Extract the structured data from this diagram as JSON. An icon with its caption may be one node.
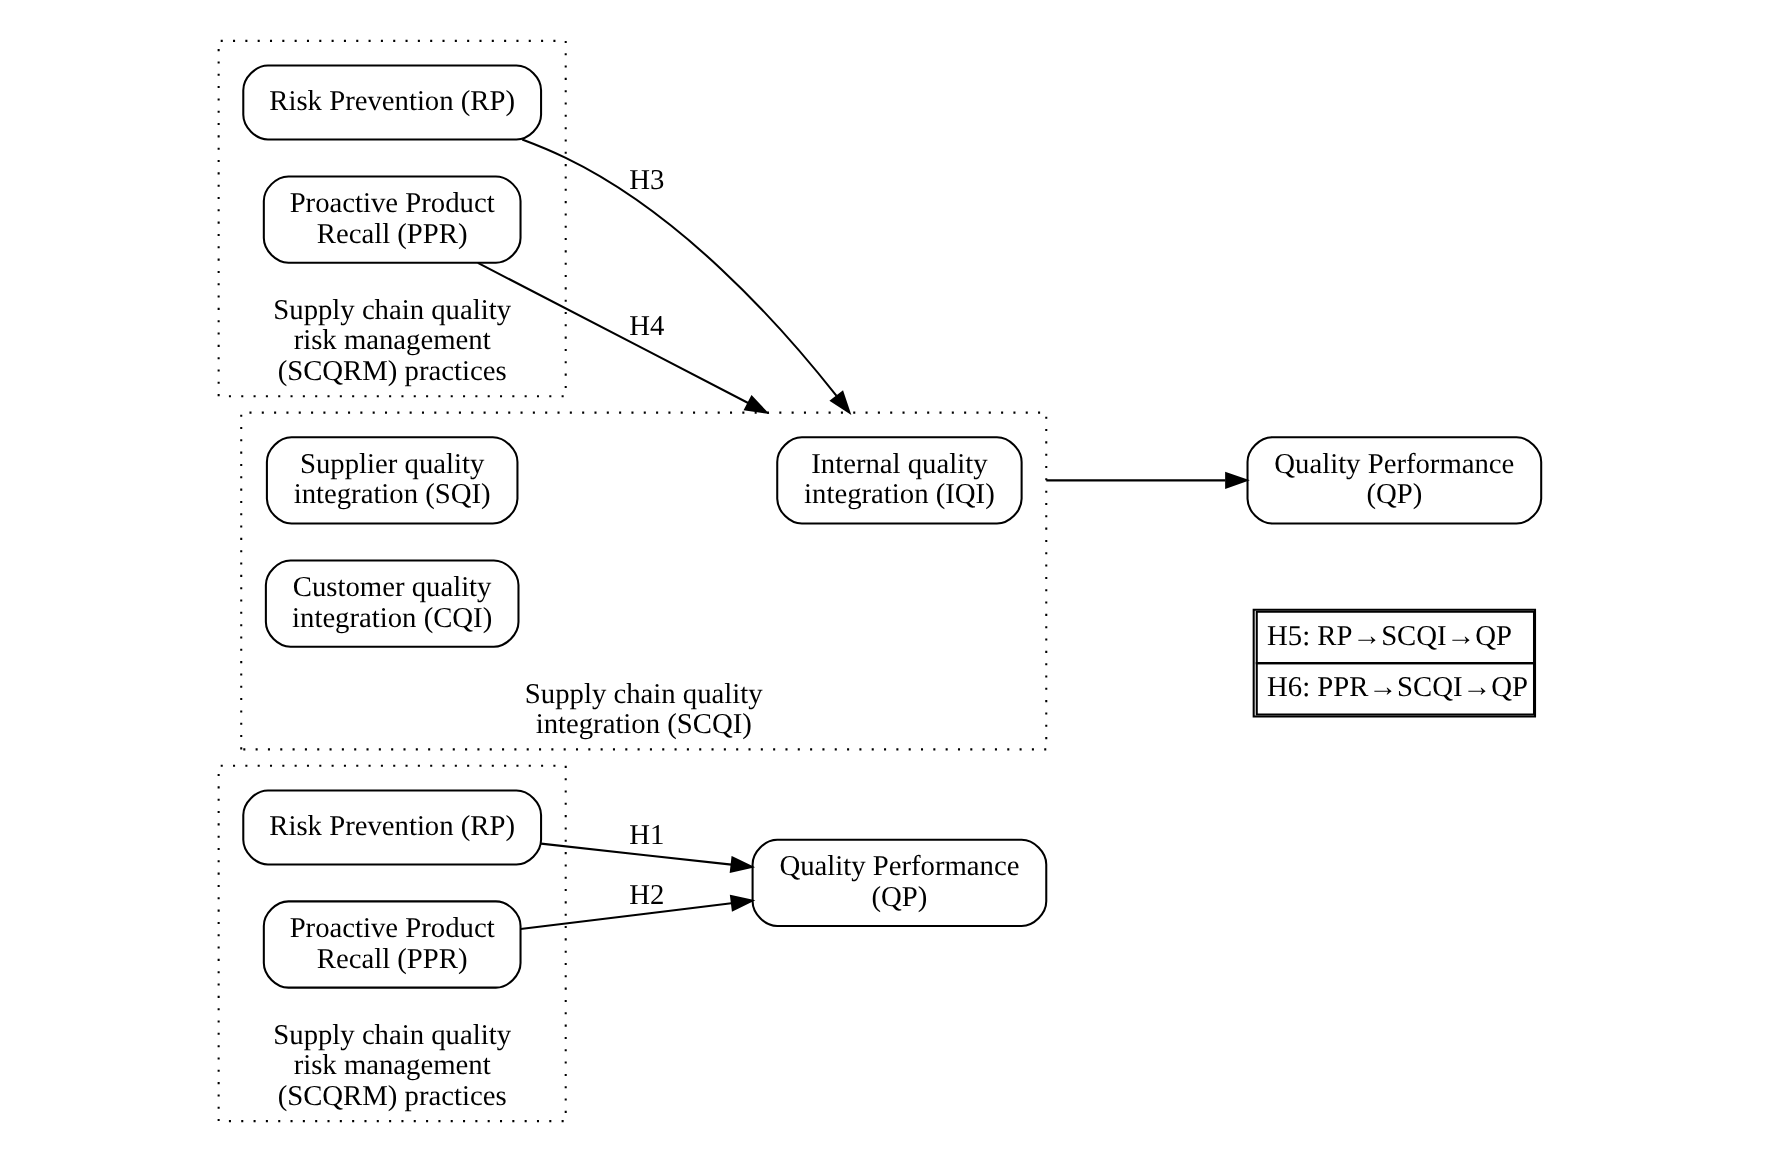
{
  "diagram": {
    "nodes": [
      {
        "text": [
          "Supply chain quality risk management (SCQRM) practices"
        ]
      },
      {
        "text": [
          "Risk Prevention (RP)"
        ],
        "in": 0
      },
      {
        "text": [
          "Proactive Product Recall (PPR)"
        ],
        "in": 0
      },
      {
        "text": [
          "Quality Performance (QP)"
        ]
      },
      {
        "text": [
          "Supply chain quality risk management (SCQRM) practices"
        ]
      },
      {
        "text": [
          "Risk Prevention (RP)"
        ],
        "in": 4
      },
      {
        "text": [
          "Proactive Product Recall (PPR)"
        ],
        "in": 4
      },
      {
        "text": [
          "Supply chain quality integration (SCQI)"
        ]
      },
      {
        "text": [
          "Supplier quality integration (SQI)"
        ],
        "in": 7
      },
      {
        "text": [
          "Internal quality integration (IQI)"
        ],
        "in": 7
      },
      {
        "text": [
          "Customer quality integration (CQI)"
        ],
        "in": 7
      },
      {
        "text": [
          "Quality Performance (QP)"
        ]
      }
    ],
    "edges": [
      {
        "from": 1,
        "to": 3,
        "arrow": "to",
        "label": "H1"
      },
      {
        "from": 2,
        "to": 3,
        "arrow": "to",
        "label": "H2"
      },
      {
        "from": 5,
        "to": 7,
        "arrow": "to",
        "label": "H3"
      },
      {
        "from": 6,
        "to": 7,
        "arrow": "to",
        "label": "H4"
      },
      {
        "from": 7,
        "to": 11,
        "arrow": "to"
      }
    ],
    "labels": [
      "H5: RP→SCQI→QP",
      "H6: PPR→SCQI→QP"
    ]
  }
}
